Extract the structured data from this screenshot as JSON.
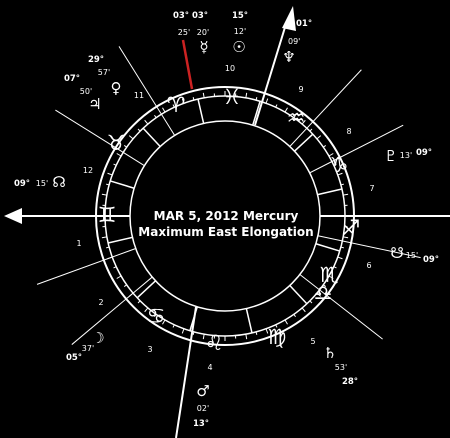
{
  "title_lines": [
    "MAR 5, 2012 Mercury",
    "Maximum East Elongation"
  ],
  "houses": [
    "1",
    "2",
    "3",
    "4",
    "5",
    "6",
    "7",
    "8",
    "9",
    "10",
    "11",
    "12"
  ],
  "signs": [
    {
      "name": "aries",
      "glyph": "♈"
    },
    {
      "name": "pisces",
      "glyph": "♓"
    },
    {
      "name": "aquarius",
      "glyph": "♒"
    },
    {
      "name": "capricorn",
      "glyph": "♑"
    },
    {
      "name": "sagittarius",
      "glyph": "♐"
    },
    {
      "name": "scorpio",
      "glyph": "♏"
    },
    {
      "name": "libra",
      "glyph": "♎"
    },
    {
      "name": "virgo",
      "glyph": "♍"
    },
    {
      "name": "leo",
      "glyph": "♌"
    },
    {
      "name": "cancer",
      "glyph": "♋"
    },
    {
      "name": "gemini",
      "glyph": "♊"
    },
    {
      "name": "taurus",
      "glyph": "♉"
    }
  ],
  "planets": [
    {
      "name": "mercury",
      "glyph": "☿",
      "deg": "03°",
      "min": "20'"
    },
    {
      "name": "jupiter",
      "glyph": "♃",
      "deg": "07°",
      "min": "50'"
    },
    {
      "name": "venus",
      "glyph": "♀",
      "deg": "29°",
      "min": "57'"
    },
    {
      "name": "sun",
      "glyph": "☉",
      "deg": "15°",
      "min": "12'"
    },
    {
      "name": "neptune",
      "glyph": "♆",
      "deg": "01°",
      "min": "09'"
    },
    {
      "name": "pluto",
      "glyph": "♇",
      "deg": "09°",
      "min": "13'"
    },
    {
      "name": "north-node",
      "glyph": "☊",
      "deg": "09°",
      "min": "15'"
    },
    {
      "name": "south-node",
      "glyph": "☋",
      "deg": "09°",
      "min": "15'"
    },
    {
      "name": "saturn",
      "glyph": "♄",
      "deg": "28°",
      "min": "53'"
    },
    {
      "name": "mars",
      "glyph": "♂",
      "deg": "13°",
      "min": "02'"
    },
    {
      "name": "moon",
      "glyph": "☽",
      "deg": "05°",
      "min": "37'"
    },
    {
      "name": "aries-point",
      "glyph": "",
      "deg": "03°",
      "min": "25'"
    }
  ],
  "colors": {
    "background": "#000000",
    "lines": "#ffffff",
    "aries_point": "#cc2222"
  }
}
